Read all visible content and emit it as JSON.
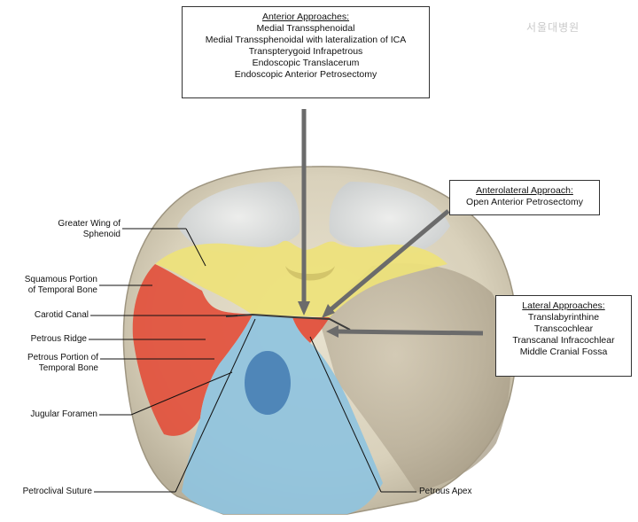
{
  "anterior_box": {
    "heading": "Anterior Approaches:",
    "items": [
      "Medial Transsphenoidal",
      "Medial Transsphenoidal with lateralization of ICA",
      "Transpterygoid Infrapetrous",
      "Endoscopic Translacerum",
      "Endoscopic Anterior Petrosectomy"
    ]
  },
  "anterolateral_box": {
    "heading": "Anterolateral Approach:",
    "items": [
      "Open Anterior Petrosectomy"
    ]
  },
  "lateral_box": {
    "heading": "Lateral Approaches:",
    "items": [
      "Translabyrinthine",
      "Transcochlear",
      "Transcanal Infracochlear",
      "Middle Cranial Fossa"
    ]
  },
  "labels": {
    "greater_wing": [
      "Greater Wing of",
      "Sphenoid"
    ],
    "squamous": [
      "Squamous Portion",
      "of Temporal Bone"
    ],
    "carotid_canal": "Carotid Canal",
    "petrous_ridge": "Petrous Ridge",
    "petrous_portion": [
      "Petrous Portion of",
      "Temporal Bone"
    ],
    "jugular_foramen": "Jugular Foramen",
    "petroclival_suture": "Petroclival Suture",
    "petrous_apex": "Petrous Apex"
  },
  "watermark": "서울대병원",
  "colors": {
    "sphenoid": "#eee27a",
    "temporal": "#e2503c",
    "occipital": "#8fc3de",
    "foramen_magnum": "#4f86b8",
    "skull": "#ddd6c2",
    "arrow": "#6b6b6b"
  }
}
